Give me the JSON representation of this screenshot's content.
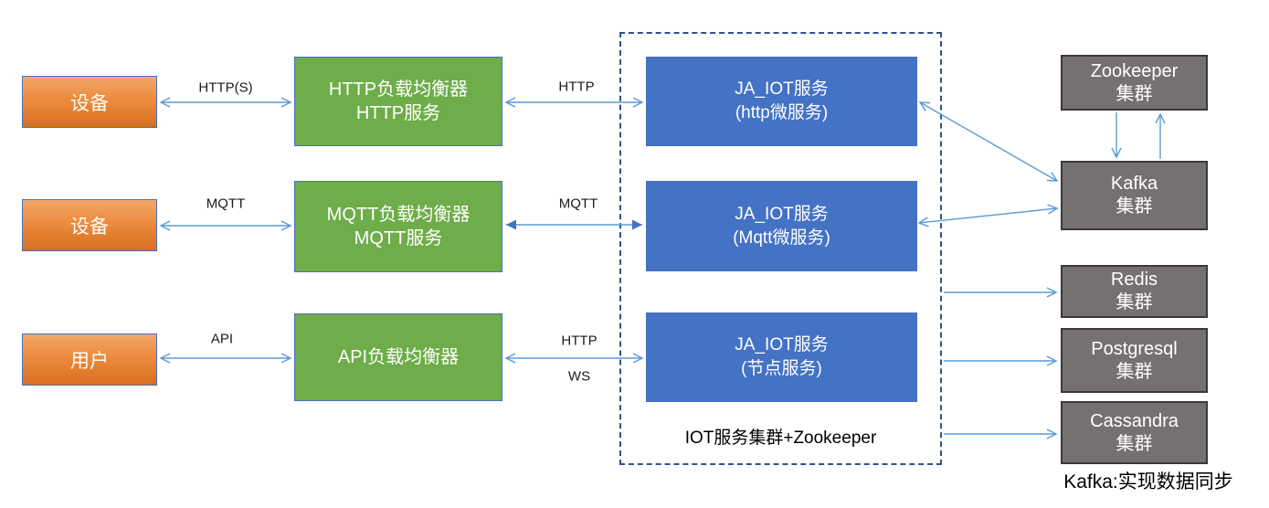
{
  "nodes": {
    "clients": [
      {
        "label": "设备"
      },
      {
        "label": "设备"
      },
      {
        "label": "用户"
      }
    ],
    "load_balancers": [
      {
        "line1": "HTTP负载均衡器",
        "line2": "HTTP服务"
      },
      {
        "line1": "MQTT负载均衡器",
        "line2": "MQTT服务"
      },
      {
        "line1": "API负载均衡器",
        "line2": ""
      }
    ],
    "services": [
      {
        "line1": "JA_IOT服务",
        "line2": "(http微服务)"
      },
      {
        "line1": "JA_IOT服务",
        "line2": "(Mqtt微服务)"
      },
      {
        "line1": "JA_IOT服务",
        "line2": "(节点服务)"
      }
    ],
    "clusters": [
      {
        "line1": "Zookeeper",
        "line2": "集群"
      },
      {
        "line1": "Kafka",
        "line2": "集群"
      },
      {
        "line1": "Redis",
        "line2": "集群"
      },
      {
        "line1": "Postgresql",
        "line2": "集群"
      },
      {
        "line1": "Cassandra",
        "line2": "集群"
      }
    ]
  },
  "labels": {
    "http_s": "HTTP(S)",
    "http_row1": "HTTP",
    "mqtt_row2_left": "MQTT",
    "mqtt_row2_right": "MQTT",
    "api": "API",
    "http_row3": "HTTP",
    "ws": "WS",
    "container": "IOT服务集群+Zookeeper",
    "footnote": "Kafka:实现数据同步"
  },
  "colors": {
    "accent_blue": "#4472C4",
    "arrow_blue": "#5B9BD5",
    "green": "#6EAD49",
    "orange_top": "#F2A769",
    "orange_bottom": "#D8701F",
    "gray_fill": "#767171",
    "gray_border": "#3B3838",
    "dashed_border": "#2E5290"
  }
}
